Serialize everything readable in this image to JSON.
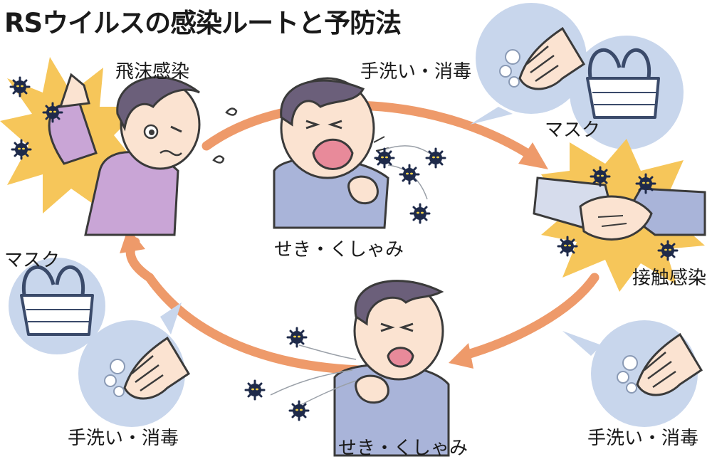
{
  "title": "RSウイルスの感染ルートと予防法",
  "labels": {
    "droplet_infection": "飛沫感染",
    "cough_sneeze_top": "せき・くしゃみ",
    "cough_sneeze_bottom": "せき・くしゃみ",
    "contact_infection": "接触感染",
    "handwash_top": "手洗い・消毒",
    "handwash_left": "手洗い・消毒",
    "handwash_right": "手洗い・消毒",
    "mask_top": "マスク",
    "mask_left": "マスク"
  },
  "colors": {
    "arrow": "#ee9a6a",
    "burst": "#f6c65a",
    "bubble": "#c8d6ec",
    "virus": "#1e2a4a",
    "shirt_purple": "#c9a5d6",
    "shirt_blue": "#a9b4d9",
    "hair": "#6b5f7a",
    "skin": "#fbe3d1"
  },
  "icons": [
    "virus-icon",
    "mask-icon",
    "washing-hands-icon",
    "handshake-icon",
    "sweat-drop-icon"
  ]
}
